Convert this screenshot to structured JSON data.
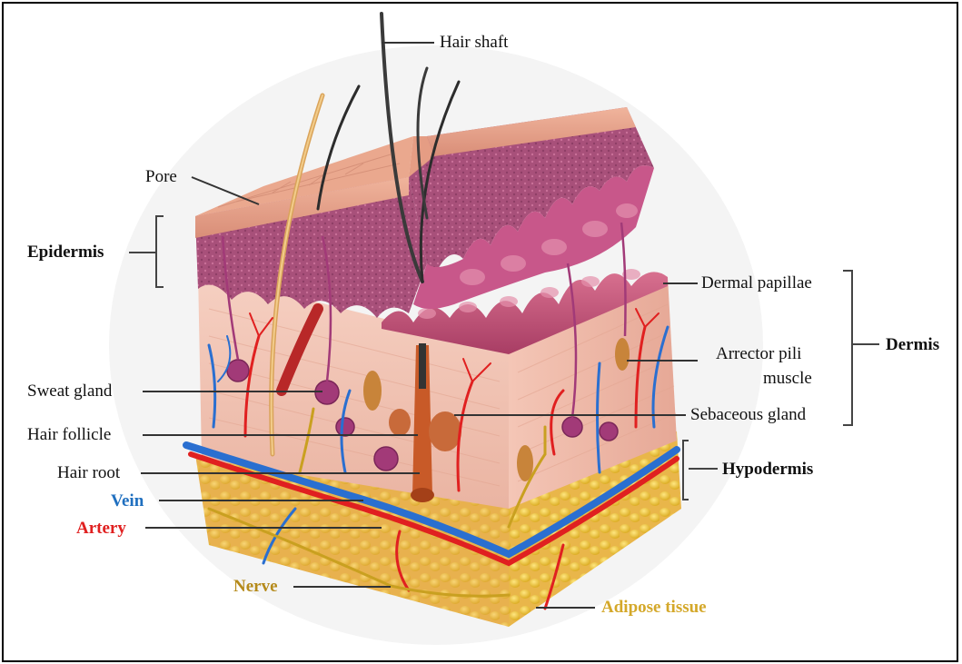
{
  "labels": {
    "hair_shaft": "Hair shaft",
    "pore": "Pore",
    "epidermis": "Epidermis",
    "dermal_papillae": "Dermal papillae",
    "dermis": "Dermis",
    "arrector_pili_line1": "Arrector pili",
    "arrector_pili_line2": "muscle",
    "sweat_gland": "Sweat gland",
    "sebaceous_gland": "Sebaceous gland",
    "hair_follicle": "Hair follicle",
    "hypodermis": "Hypodermis",
    "hair_root": "Hair root",
    "vein": "Vein",
    "artery": "Artery",
    "nerve": "Nerve",
    "adipose_tissue": "Adipose tissue"
  },
  "colors": {
    "vein": "#1f6fbf",
    "artery": "#e02020",
    "nerve": "#b58a1a",
    "adipose": "#d4a82a",
    "epidermis_surface": "#e8a08a",
    "dermis": "#f2c4b4",
    "papillae": "#c2527a"
  }
}
